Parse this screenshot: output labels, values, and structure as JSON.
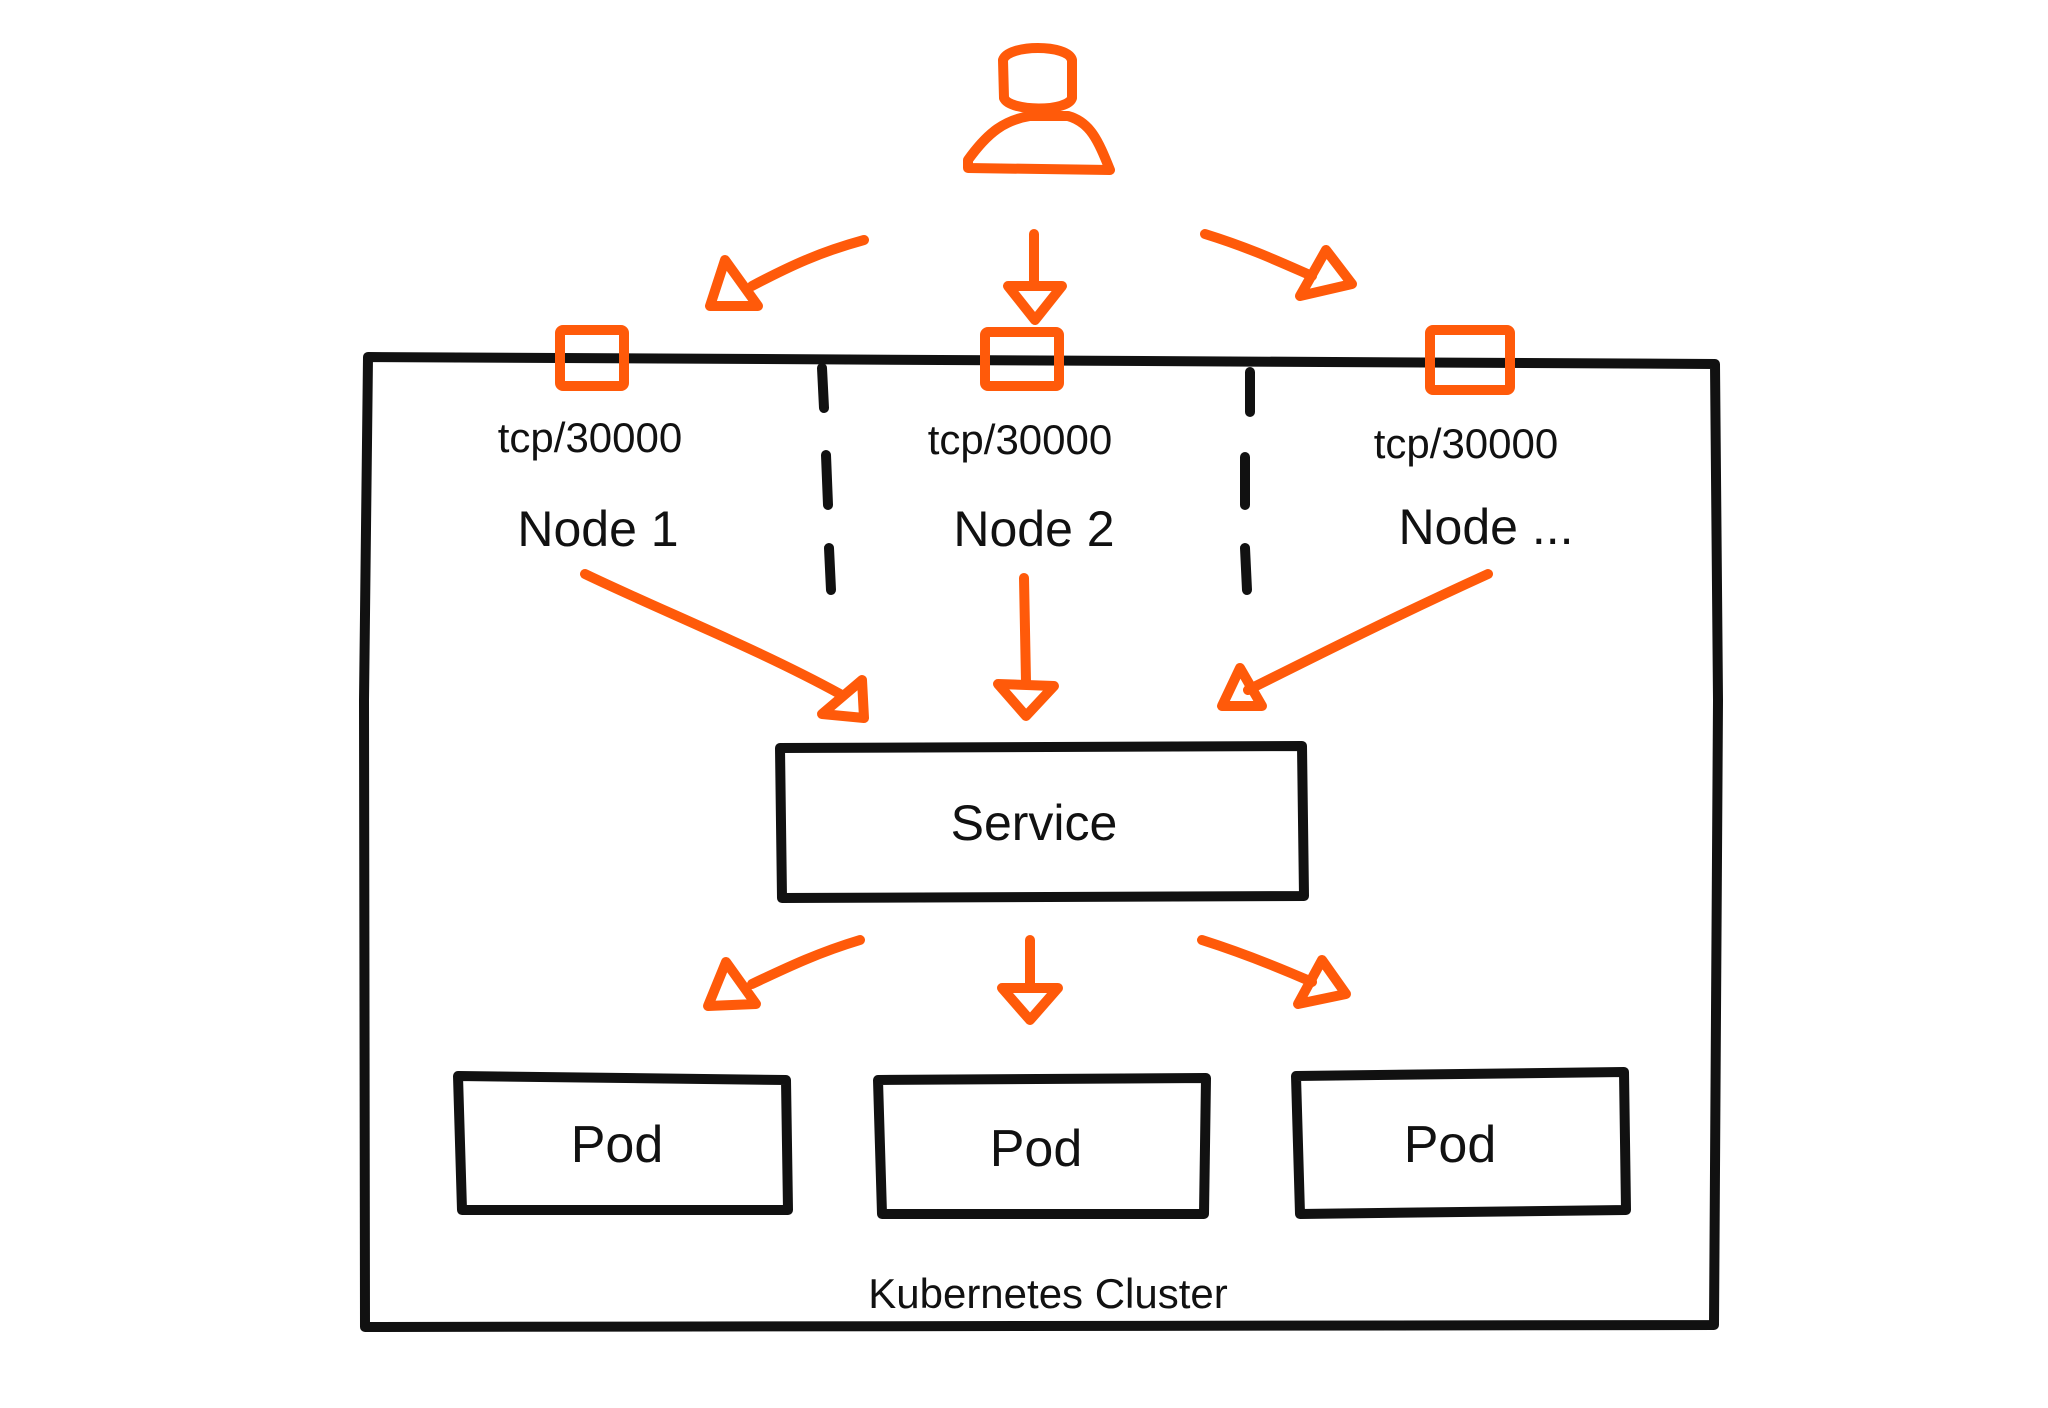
{
  "colors": {
    "accent": "#ff5a0a",
    "ink": "#111111",
    "background": "#ffffff"
  },
  "user": {
    "icon": "person-icon"
  },
  "nodes": [
    {
      "port": "tcp/30000",
      "label": "Node 1"
    },
    {
      "port": "tcp/30000",
      "label": "Node 2"
    },
    {
      "port": "tcp/30000",
      "label": "Node ..."
    }
  ],
  "service": {
    "label": "Service"
  },
  "pods": [
    {
      "label": "Pod"
    },
    {
      "label": "Pod"
    },
    {
      "label": "Pod"
    }
  ],
  "cluster": {
    "label": "Kubernetes Cluster"
  }
}
